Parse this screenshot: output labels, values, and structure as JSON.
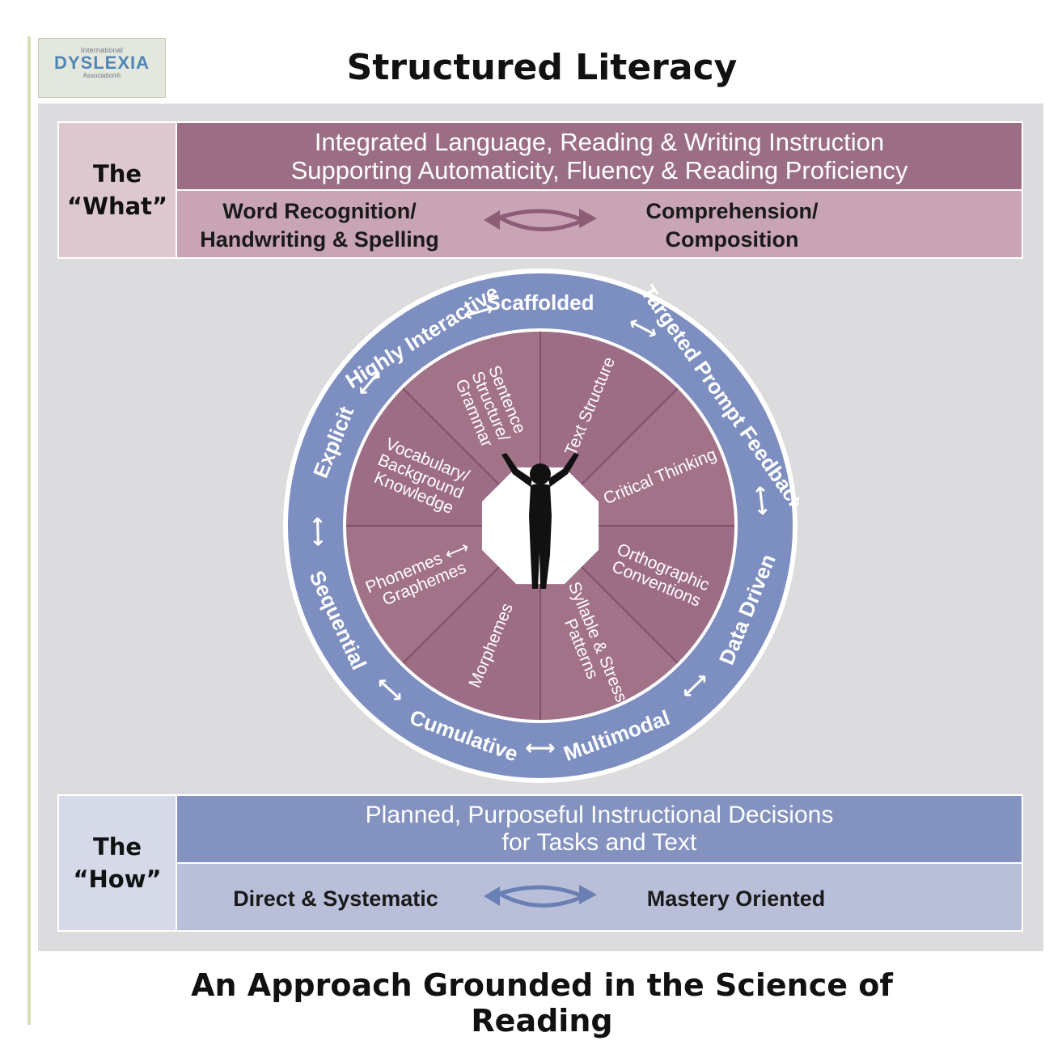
{
  "logo": {
    "line1": "International",
    "line2": "DYSLEXIA",
    "line3": "Association®"
  },
  "title": "Structured Literacy",
  "what": {
    "label_line1": "The",
    "label_line2": "“What”",
    "banner_line1": "Integrated Language, Reading & Writing Instruction",
    "banner_line2": "Supporting Automaticity, Fluency & Reading Proficiency",
    "left_line1": "Word Recognition/",
    "left_line2": "Handwriting & Spelling",
    "right_line1": "Comprehension/",
    "right_line2": "Composition"
  },
  "wheel": {
    "outer_labels": [
      "Scaffolded",
      "Targeted Prompt Feedback",
      "Data Driven",
      "Multimodal",
      "Cumulative",
      "Sequential",
      "Explicit",
      "Highly Interactive"
    ],
    "segments": [
      [
        "Text Structure"
      ],
      [
        "Critical Thinking"
      ],
      [
        "Orthographic",
        "Conventions"
      ],
      [
        "Syllable & Stress",
        "Patterns"
      ],
      [
        "Morphemes"
      ],
      [
        "Phonemes ⟷",
        "Graphemes"
      ],
      [
        "Vocabulary/",
        "Background",
        "Knowledge"
      ],
      [
        "Sentence",
        "Structure/",
        "Grammar"
      ]
    ],
    "colors": {
      "ring": "#7d8ec0",
      "segment": "#9d6c85",
      "center": "#ffffff",
      "figure": "#111111"
    }
  },
  "how": {
    "label_line1": "The",
    "label_line2": "“How”",
    "banner_line1": "Planned, Purposeful Instructional Decisions",
    "banner_line2": "for Tasks and Text",
    "left": "Direct & Systematic",
    "right": "Mastery Oriented"
  },
  "footer": "An Approach Grounded in the Science of Reading"
}
